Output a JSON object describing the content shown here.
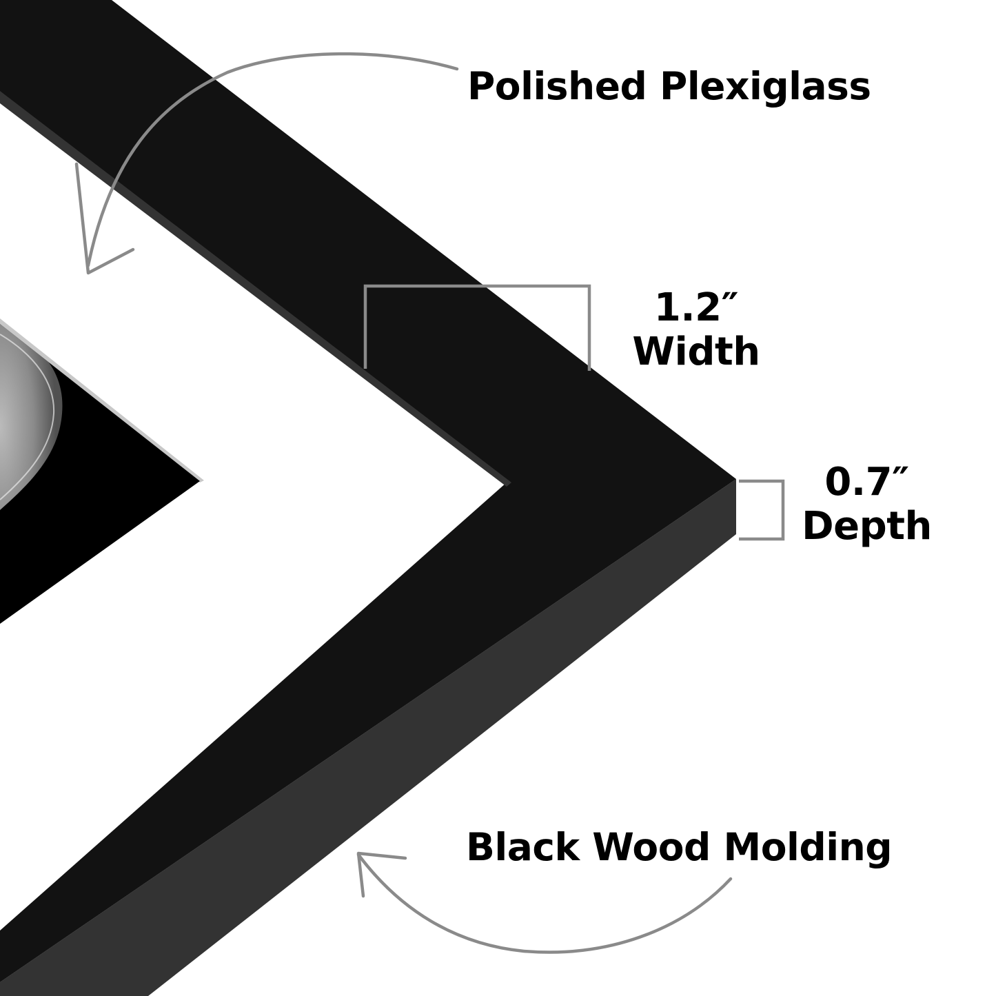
{
  "infographic": {
    "subject": "picture frame corner detail",
    "labels": {
      "plexiglass": "Polished Plexiglass",
      "width_value": "1.2″",
      "width_caption": "Width",
      "depth_value": "0.7″",
      "depth_caption": "Depth",
      "molding": "Black Wood Molding"
    },
    "colors": {
      "background": "#ffffff",
      "frame_face": "#121212",
      "frame_side": "#333333",
      "artwork": "#000000",
      "annotation_lines": "#8a8a8a",
      "text": "#000000"
    },
    "icons": {
      "plexiglass_arrow": "curved-arrow-down-left",
      "molding_arrow": "curved-arrow-up-left",
      "width_bracket": "dimension-bracket",
      "depth_bracket": "dimension-bracket"
    }
  }
}
